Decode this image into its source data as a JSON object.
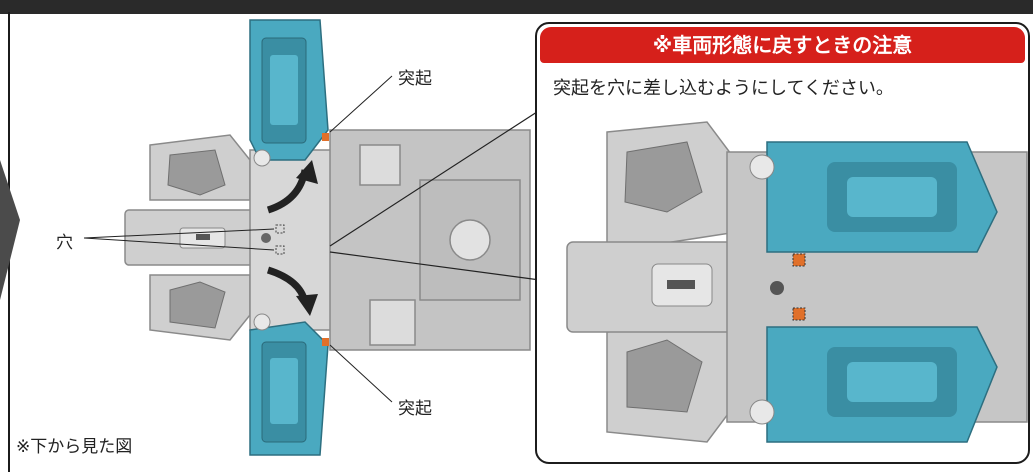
{
  "labels": {
    "protrusion_top": "突起",
    "protrusion_bottom": "突起",
    "hole": "穴",
    "footnote": "※下から見た図"
  },
  "panel": {
    "title": "※車両形態に戻すときの注意",
    "instruction": "突起を穴に差し込むようにしてください。"
  },
  "colors": {
    "accent_red": "#d6201b",
    "part_teal": "#4aa9c0",
    "body_gray": "#c9c9c9",
    "frame_dark": "#1b1b1b",
    "marker_orange": "#e0702a"
  }
}
